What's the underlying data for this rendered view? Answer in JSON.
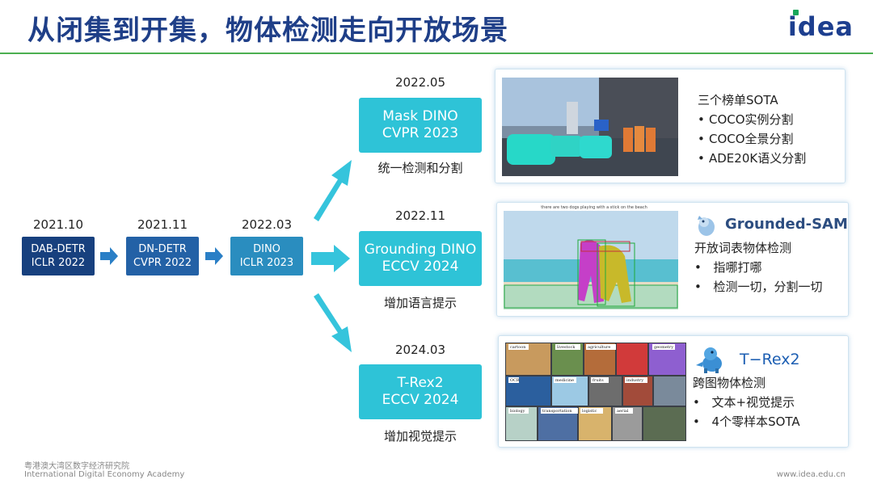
{
  "header": {
    "title": "从闭集到开集，物体检测走向开放场景",
    "logo": "idea"
  },
  "timeline": [
    {
      "date": "2021.10",
      "name": "DAB-DETR",
      "venue": "ICLR 2022"
    },
    {
      "date": "2021.11",
      "name": "DN-DETR",
      "venue": "CVPR 2022"
    },
    {
      "date": "2022.03",
      "name": "DINO",
      "venue": "ICLR 2023"
    }
  ],
  "branches": [
    {
      "date": "2022.05",
      "name": "Mask DINO",
      "venue": "CVPR 2023",
      "caption": "统一检测和分割",
      "card": {
        "header": "三个榜单SOTA",
        "bullets": [
          "COCO实例分割",
          "COCO全景分割",
          "ADE20K语义分割"
        ]
      }
    },
    {
      "date": "2022.11",
      "name": "Grounding DINO",
      "venue": "ECCV 2024",
      "caption": "增加语言提示",
      "card": {
        "brand": "Grounded-SAM",
        "header": "开放词表物体检测",
        "bullets": [
          "指哪打哪",
          "检测一切，分割一切"
        ],
        "image_caption": "there are two dogs playing with a stick on the beach"
      }
    },
    {
      "date": "2024.03",
      "name": "T-Rex2",
      "venue": "ECCV 2024",
      "caption": "增加视觉提示",
      "card": {
        "brand": "T−Rex2",
        "header": "跨图物体检测",
        "bullets": [
          "文本+视觉提示",
          "4个零样本SOTA"
        ],
        "grid_labels": [
          "cartoon",
          "livestock",
          "agriculture",
          "geometry",
          "OCR",
          "medicine",
          "fruits",
          "industry",
          "biology",
          "transportation",
          "logistic",
          "aerial"
        ]
      }
    }
  ],
  "footer": {
    "org_cn": "粤港澳大湾区数字经济研究院",
    "org_en": "International Digital Economy Academy",
    "url": "www.idea.edu.cn"
  },
  "colors": {
    "title": "#1f3f88",
    "accent": "#2ec3d7",
    "rule": "#4caf50"
  }
}
